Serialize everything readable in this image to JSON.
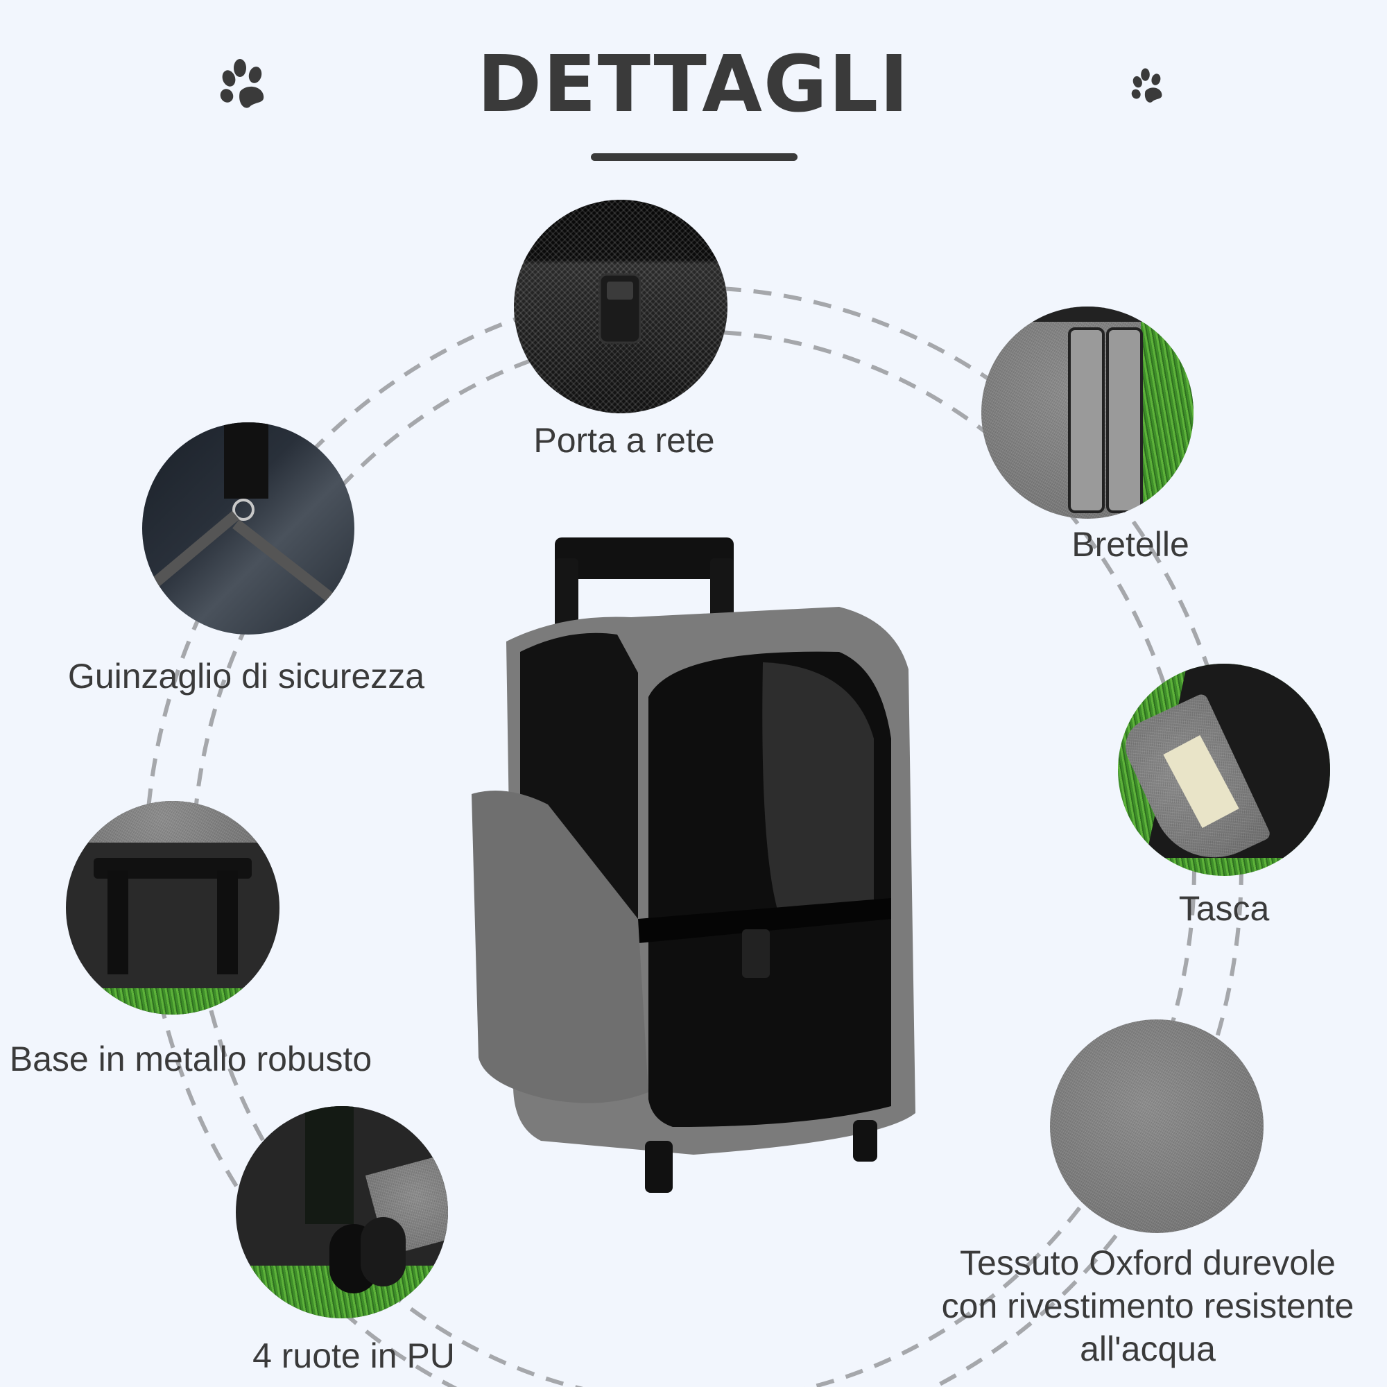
{
  "title": "DETTAGLI",
  "colors": {
    "background": "#f2f6fd",
    "text": "#3a3a3a",
    "dashes": "#a5a7ab"
  },
  "icons": {
    "paw_left": "paw-icon",
    "paw_right": "paw-icon"
  },
  "product": {
    "name": "pet-trolley-carrier-backpack",
    "color": "grey"
  },
  "features": [
    {
      "id": "porta",
      "label": "Porta a rete",
      "image": "mesh-door-buckle-closeup"
    },
    {
      "id": "bretelle",
      "label": "Bretelle",
      "image": "backpack-shoulder-straps"
    },
    {
      "id": "guinzaglio",
      "label": "Guinzaglio di sicurezza",
      "image": "safety-leash-clip"
    },
    {
      "id": "tasca",
      "label": "Tasca",
      "image": "side-pocket-open"
    },
    {
      "id": "base",
      "label": "Base in metallo robusto",
      "image": "metal-trolley-base"
    },
    {
      "id": "tessuto",
      "label_lines": [
        "Tessuto Oxford durevole",
        "con rivestimento resistente",
        "all'acqua"
      ],
      "image": "grey-oxford-fabric"
    },
    {
      "id": "ruote",
      "label": "4 ruote in PU",
      "image": "pu-wheels-closeup"
    }
  ]
}
